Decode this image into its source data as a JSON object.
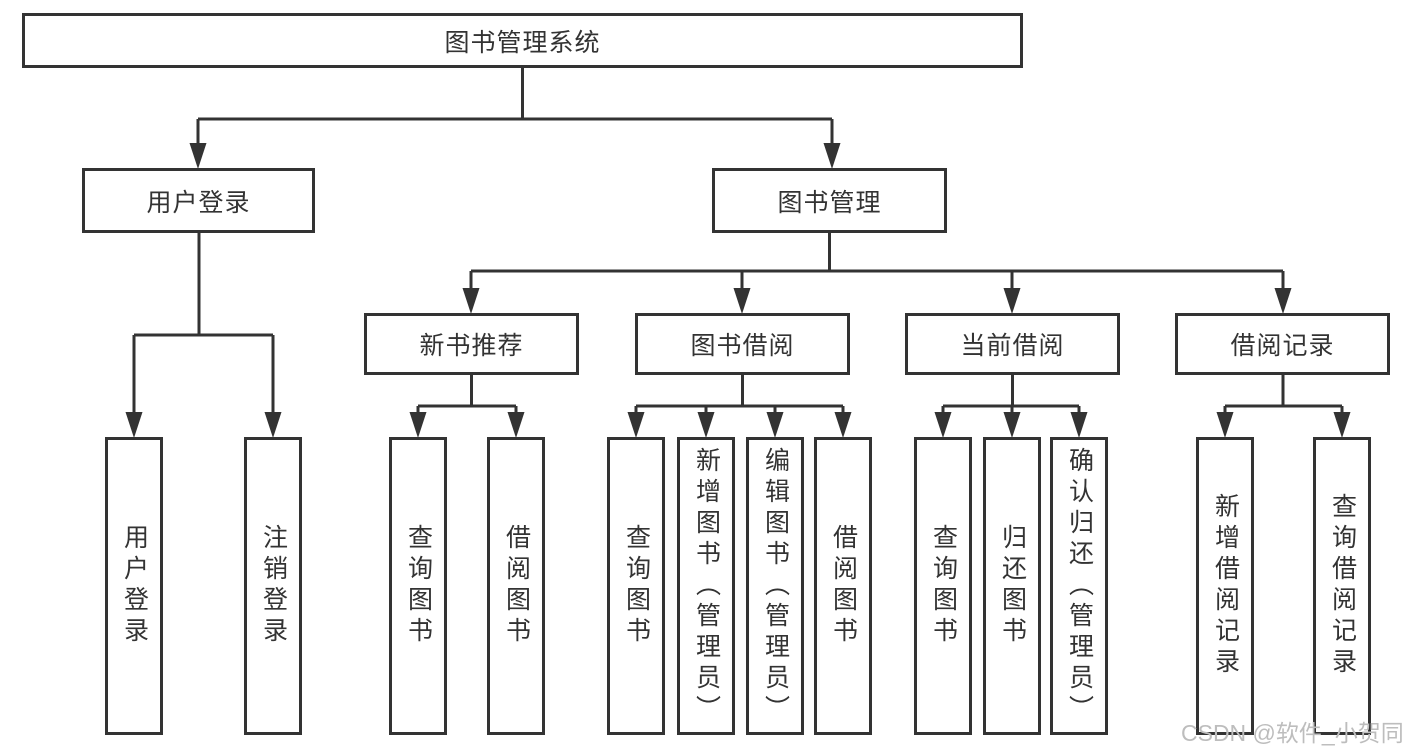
{
  "diagram": {
    "root": {
      "label": "图书管理系统"
    },
    "branches": [
      {
        "label": "用户登录",
        "children": [
          {
            "label": "用户登录"
          },
          {
            "label": "注销登录"
          }
        ]
      },
      {
        "label": "图书管理",
        "sections": [
          {
            "label": "新书推荐",
            "children": [
              {
                "label": "查询图书"
              },
              {
                "label": "借阅图书"
              }
            ]
          },
          {
            "label": "图书借阅",
            "children": [
              {
                "label": "查询图书"
              },
              {
                "label": "新增图书（管理员）"
              },
              {
                "label": "编辑图书（管理员）"
              },
              {
                "label": "借阅图书"
              }
            ]
          },
          {
            "label": "当前借阅",
            "children": [
              {
                "label": "查询图书"
              },
              {
                "label": "归还图书"
              },
              {
                "label": "确认归还（管理员）"
              }
            ]
          },
          {
            "label": "借阅记录",
            "children": [
              {
                "label": "新增借阅记录"
              },
              {
                "label": "查询借阅记录"
              }
            ]
          }
        ]
      }
    ]
  },
  "watermark": {
    "text": "CSDN @软件_小贺同学",
    "color": "#bdbdbd"
  },
  "colors": {
    "line": "#333333",
    "text": "#333333",
    "background": "#ffffff"
  }
}
